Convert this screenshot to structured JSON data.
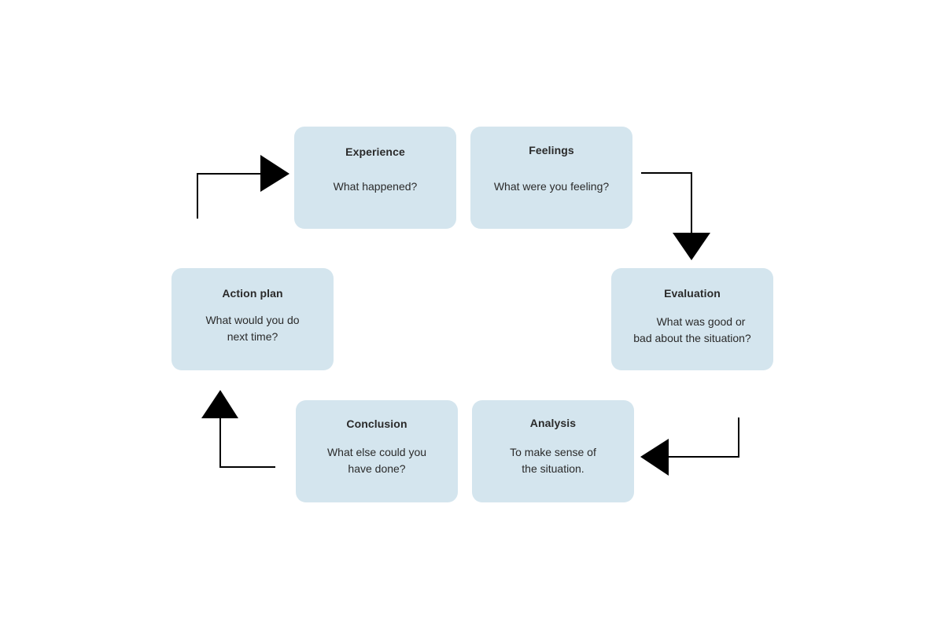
{
  "diagram": {
    "nodes": [
      {
        "id": "experience",
        "title": "Experience",
        "lines": [
          "What happened?"
        ]
      },
      {
        "id": "feelings",
        "title": "Feelings",
        "lines": [
          "What were you feeling?"
        ]
      },
      {
        "id": "evaluation",
        "title": "Evaluation",
        "lines": [
          "What was good or",
          "bad about the situation?"
        ]
      },
      {
        "id": "analysis",
        "title": "Analysis",
        "lines": [
          "To make sense of",
          "the situation."
        ]
      },
      {
        "id": "conclusion",
        "title": "Conclusion",
        "lines": [
          "What else could you",
          "have done?"
        ]
      },
      {
        "id": "action",
        "title": "Action plan",
        "lines": [
          "What would you do",
          "next time?"
        ]
      }
    ],
    "edges": [
      {
        "from": "feelings",
        "to": "evaluation"
      },
      {
        "from": "evaluation",
        "to": "analysis"
      },
      {
        "from": "conclusion",
        "to": "action"
      },
      {
        "from": "action",
        "to": "experience"
      }
    ],
    "colors": {
      "box_fill": "#d4e5ee",
      "text": "#2a2a2a",
      "arrow": "#000000"
    }
  }
}
